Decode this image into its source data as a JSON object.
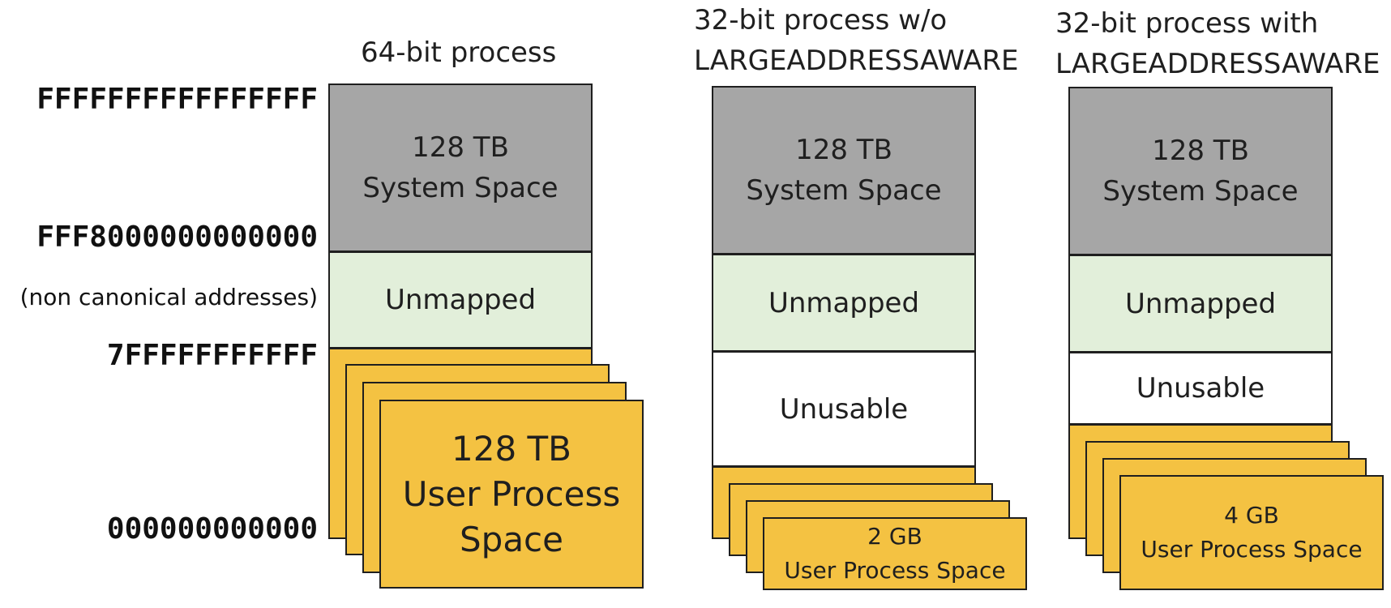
{
  "columns": [
    {
      "title": "64-bit process",
      "system": "128 TB\nSystem Space",
      "unmapped": "Unmapped",
      "user": "128 TB\nUser Process\nSpace"
    },
    {
      "title": "32-bit process w/o\nLARGEADDRESSAWARE",
      "system": "128 TB\nSystem Space",
      "unmapped": "Unmapped",
      "unusable": "Unusable",
      "user": "2 GB\nUser Process Space"
    },
    {
      "title": "32-bit process with\nLARGEADDRESSAWARE",
      "system": "128 TB\nSystem Space",
      "unmapped": "Unmapped",
      "unusable": "Unusable",
      "user": "4 GB\nUser Process Space"
    }
  ],
  "address_labels": {
    "top": "FFFFFFFFFFFFFFFF",
    "system_start": "FFF8000000000000",
    "non_canonical": "(non canonical addresses)",
    "user_top": "7FFFFFFFFFFF",
    "bottom": "000000000000"
  },
  "colors": {
    "system": "#a6a6a6",
    "unmapped": "#e2efda",
    "unusable": "#ffffff",
    "user": "#f4c242"
  }
}
